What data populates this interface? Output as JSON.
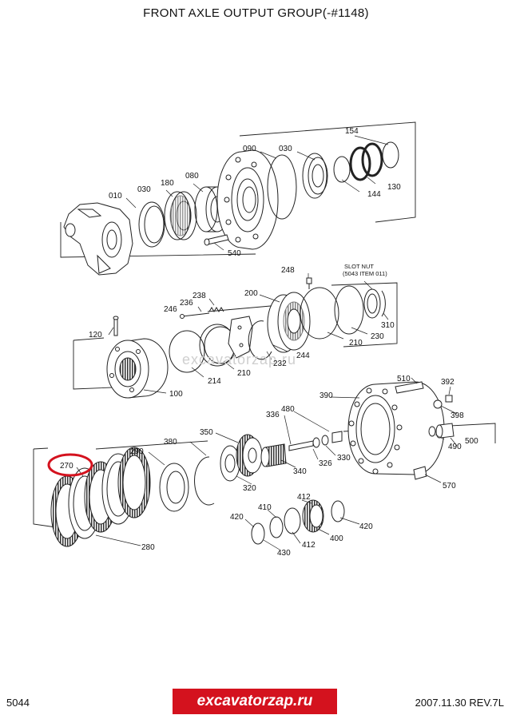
{
  "title": "FRONT AXLE OUTPUT GROUP(-#1148)",
  "page_number": "5044",
  "date_rev": "2007.11.30  REV.7L",
  "brand": "excavatorzap.ru",
  "watermark": "excavatorzap.ru",
  "highlight_color": "#d4121e",
  "slot_nut_note": [
    "SLOT NUT",
    "(5043 ITEM 011)"
  ],
  "labels": {
    "p154": "154",
    "p090": "090",
    "p030a": "030",
    "p030b": "030",
    "p180": "180",
    "p080": "080",
    "p010": "010",
    "p144": "144",
    "p130": "130",
    "p540": "540",
    "p248": "248",
    "p238": "238",
    "p236": "236",
    "p246": "246",
    "p200": "200",
    "p120": "120",
    "p310": "310",
    "p230": "230",
    "p210a": "210",
    "p210b": "210",
    "p244": "244",
    "p232": "232",
    "p214": "214",
    "p100": "100",
    "p510": "510",
    "p392": "392",
    "p390": "390",
    "p398": "398",
    "p480": "480",
    "p336": "336",
    "p350": "350",
    "p380": "380",
    "p290": "290",
    "p270": "270",
    "p490": "490",
    "p500": "500",
    "p330": "330",
    "p326": "326",
    "p340": "340",
    "p320": "320",
    "p570": "570",
    "p412a": "412",
    "p410": "410",
    "p420a": "420",
    "p420b": "420",
    "p412b": "412",
    "p400": "400",
    "p430": "430",
    "p280": "280"
  }
}
